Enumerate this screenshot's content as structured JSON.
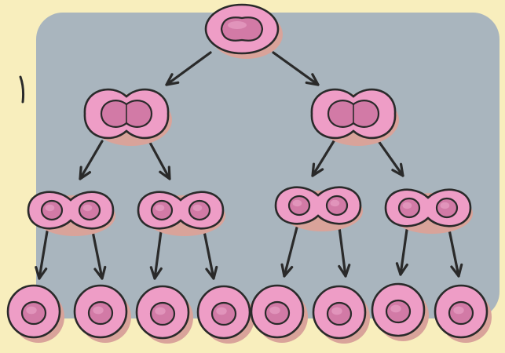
{
  "diagram": {
    "type": "cell-division-tree",
    "colors": {
      "page_background": "#f8eebd",
      "panel_background": "#a9b5be",
      "cell_membrane": "#ee9dc6",
      "cell_dark": "#d985b2",
      "nucleus": "#d27aa6",
      "outline": "#2a2a2a",
      "shadow": "#d9a39a"
    },
    "levels": [
      {
        "generation": 1,
        "cells": 1,
        "form": "dividing-elongated"
      },
      {
        "generation": 2,
        "cells": 2,
        "form": "dividing-pinched"
      },
      {
        "generation": 3,
        "cells": 4,
        "form": "two-nuclei"
      },
      {
        "generation": 4,
        "cells": 8,
        "form": "single-nucleus"
      }
    ]
  }
}
